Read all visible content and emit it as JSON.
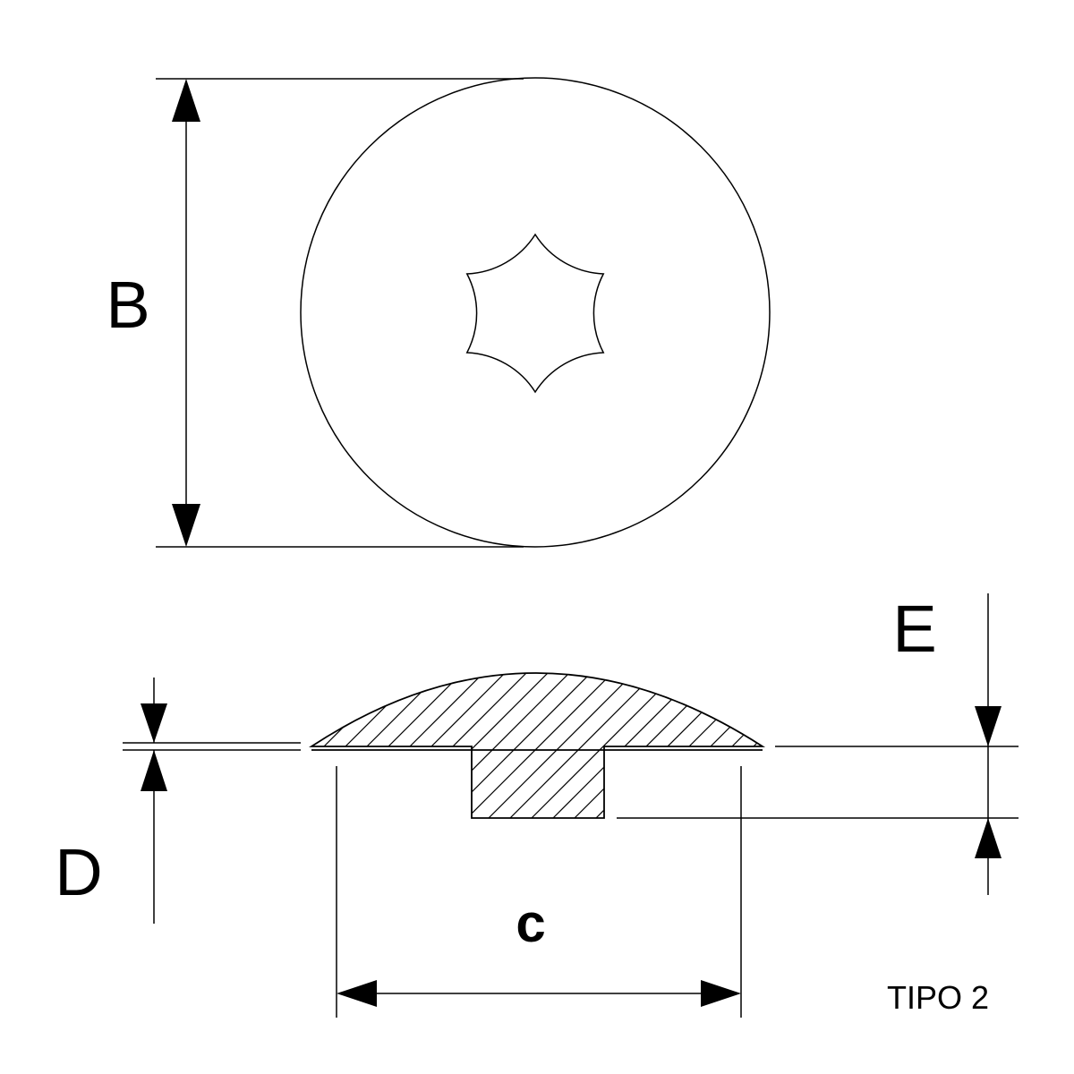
{
  "labels": {
    "b": "B",
    "c": "c",
    "d": "D",
    "e": "E",
    "type": "TIPO 2"
  },
  "views": {
    "top": "circular-cap-top-view",
    "section": "cap-cross-section"
  },
  "colors": {
    "line": "#000000",
    "background": "#ffffff"
  }
}
